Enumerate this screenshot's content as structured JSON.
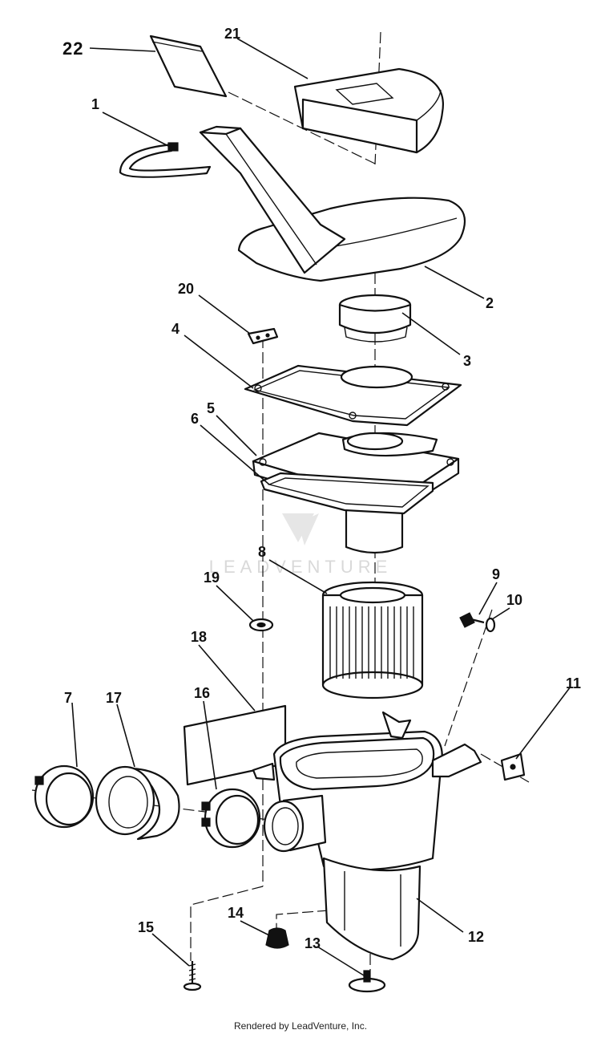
{
  "diagram": {
    "parts": [
      {
        "id": "part-22",
        "label": "22"
      },
      {
        "id": "part-21",
        "label": "21"
      },
      {
        "id": "part-1",
        "label": "1"
      },
      {
        "id": "part-2",
        "label": "2"
      },
      {
        "id": "part-20",
        "label": "20"
      },
      {
        "id": "part-3",
        "label": "3"
      },
      {
        "id": "part-4",
        "label": "4"
      },
      {
        "id": "part-5",
        "label": "5"
      },
      {
        "id": "part-6",
        "label": "6"
      },
      {
        "id": "part-8",
        "label": "8"
      },
      {
        "id": "part-19",
        "label": "19"
      },
      {
        "id": "part-9",
        "label": "9"
      },
      {
        "id": "part-10",
        "label": "10"
      },
      {
        "id": "part-18",
        "label": "18"
      },
      {
        "id": "part-7",
        "label": "7"
      },
      {
        "id": "part-17",
        "label": "17"
      },
      {
        "id": "part-16",
        "label": "16"
      },
      {
        "id": "part-11",
        "label": "11"
      },
      {
        "id": "part-12",
        "label": "12"
      },
      {
        "id": "part-15",
        "label": "15"
      },
      {
        "id": "part-14",
        "label": "14"
      },
      {
        "id": "part-13",
        "label": "13"
      }
    ],
    "watermark": "LEADVENTURE"
  },
  "footer": {
    "text": "Rendered by LeadVenture, Inc."
  }
}
